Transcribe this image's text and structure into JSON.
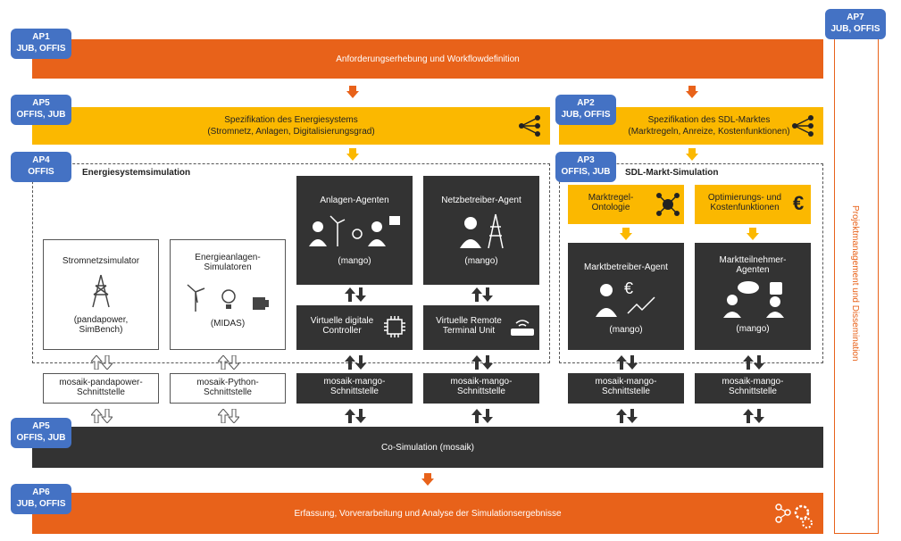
{
  "badges": {
    "ap1": {
      "id": "AP1",
      "partners": "JUB, OFFIS"
    },
    "ap5_top": {
      "id": "AP5",
      "partners": "OFFIS, JUB"
    },
    "ap2": {
      "id": "AP2",
      "partners": "JUB, OFFIS"
    },
    "ap4": {
      "id": "AP4",
      "partners": "OFFIS"
    },
    "ap3": {
      "id": "AP3",
      "partners": "OFFIS, JUB"
    },
    "ap5_bottom": {
      "id": "AP5",
      "partners": "OFFIS, JUB"
    },
    "ap6": {
      "id": "AP6",
      "partners": "JUB, OFFIS"
    },
    "ap7": {
      "id": "AP7",
      "partners": "JUB, OFFIS"
    }
  },
  "bars": {
    "requirements": "Anforderungserhebung und Workflowdefinition",
    "energy_spec_line1": "Spezifikation des Energiesystems",
    "energy_spec_line2": "(Stromnetz, Anlagen, Digitalisierungsgrad)",
    "sdl_spec_line1": "Spezifikation des SDL-Marktes",
    "sdl_spec_line2": "(Marktregeln, Anreize, Kostenfunktionen)",
    "cosim": "Co-Simulation (mosaik)",
    "analysis": "Erfassung, Vorverarbeitung und Analyse der Simulationsergebnisse"
  },
  "regions": {
    "energy_sim": "Energiesystemsimulation",
    "sdl_sim": "SDL-Markt-Simulation",
    "side": "Projektmanagement und Dissemination"
  },
  "boxes": {
    "grid_sim": {
      "title": "Stromnetzsimulator",
      "sub1": "(pandapower,",
      "sub2": "SimBench)"
    },
    "plant_sim": {
      "title1": "Energieanlagen-",
      "title2": "Simulatoren",
      "sub": "(MIDAS)"
    },
    "plant_agents": {
      "title": "Anlagen-Agenten",
      "sub": "(mango)"
    },
    "grid_op": {
      "title": "Netzbetreiber-Agent",
      "sub": "(mango)"
    },
    "vdc": {
      "line1": "Virtuelle digitale",
      "line2": "Controller"
    },
    "rtu": {
      "line1": "Virtuelle Remote",
      "line2": "Terminal Unit"
    },
    "market_rules": {
      "line1": "Marktregel-",
      "line2": "Ontologie"
    },
    "optim": {
      "line1": "Optimierungs- und",
      "line2": "Kostenfunktionen"
    },
    "market_op": {
      "title": "Marktbetreiber-Agent",
      "sub": "(mango)"
    },
    "market_part": {
      "title1": "Marktteilnehmer-",
      "title2": "Agenten",
      "sub": "(mango)"
    }
  },
  "interfaces": {
    "pandapower": {
      "line1": "mosaik-pandapower-",
      "line2": "Schnittstelle"
    },
    "python": {
      "line1": "mosaik-Python-",
      "line2": "Schnittstelle"
    },
    "mango1": {
      "line1": "mosaik-mango-",
      "line2": "Schnittstelle"
    },
    "mango2": {
      "line1": "mosaik-mango-",
      "line2": "Schnittstelle"
    },
    "mango3": {
      "line1": "mosaik-mango-",
      "line2": "Schnittstelle"
    },
    "mango4": {
      "line1": "mosaik-mango-",
      "line2": "Schnittstelle"
    }
  },
  "colors": {
    "orange": "#e8621a",
    "yellow": "#fbb800",
    "dark": "#333333",
    "blue": "#4472c4"
  }
}
